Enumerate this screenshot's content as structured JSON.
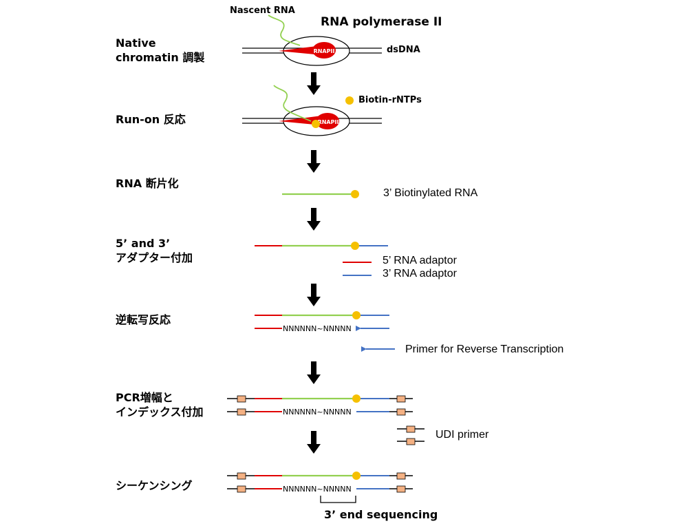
{
  "steps": [
    {
      "line1": "Native",
      "line2": "chromatin 調製"
    },
    {
      "line1": "Run-on 反応"
    },
    {
      "line1": "RNA 断片化"
    },
    {
      "line1": "5’ and 3’",
      "line2": "アダプター付加"
    },
    {
      "line1": "逆転写反応"
    },
    {
      "line1": "PCR増幅と",
      "line2": "インデックス付加"
    },
    {
      "line1": "シーケンシング"
    }
  ],
  "labels": {
    "nascent_rna": "Nascent RNA",
    "rna_pol": "RNA polymerase II",
    "dsdna": "dsDNA",
    "rnapii": "RNAPII",
    "biotin_rntps": "Biotin-rNTPs",
    "biotinylated_rna": "3’ Biotinylated RNA",
    "adaptor_5": "5’ RNA adaptor",
    "adaptor_3": "3’ RNA adaptor",
    "primer_rt": "Primer for Reverse Transcription",
    "udi_primer": "UDI primer",
    "nnn": "NNNNNN~NNNNN",
    "end_seq": "3’ end sequencing"
  },
  "colors": {
    "rna_green": "#92d050",
    "adaptor_red": "#e00000",
    "adaptor_blue": "#4472c4",
    "biotin_yellow": "#f5c000",
    "udi_box": "#f4b183",
    "pol_red": "#e00000"
  }
}
